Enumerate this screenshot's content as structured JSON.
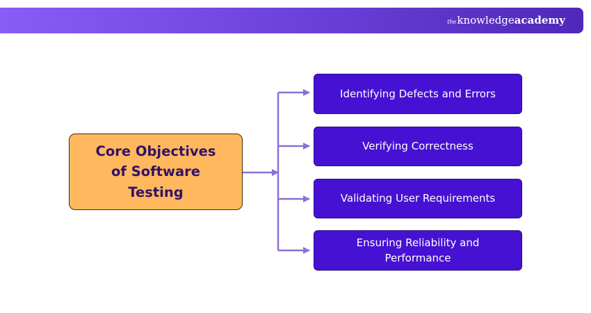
{
  "brand": {
    "the": "the",
    "knowledge": "knowledge",
    "academy": "academy"
  },
  "central_topic": "Core Objectives of Software Testing",
  "objectives": [
    {
      "label": "Identifying Defects and Errors"
    },
    {
      "label": "Verifying Correctness"
    },
    {
      "label": "Validating User Requirements"
    },
    {
      "label": "Ensuring Reliability and Performance"
    }
  ],
  "colors": {
    "header_gradient": [
      "#8a5cf6",
      "#4e28b8"
    ],
    "central_fill": "#ffb85e",
    "central_text": "#321266",
    "objective_fill": "#4711d4",
    "objective_text": "#ffffff",
    "connector": "#8b6fd6"
  }
}
